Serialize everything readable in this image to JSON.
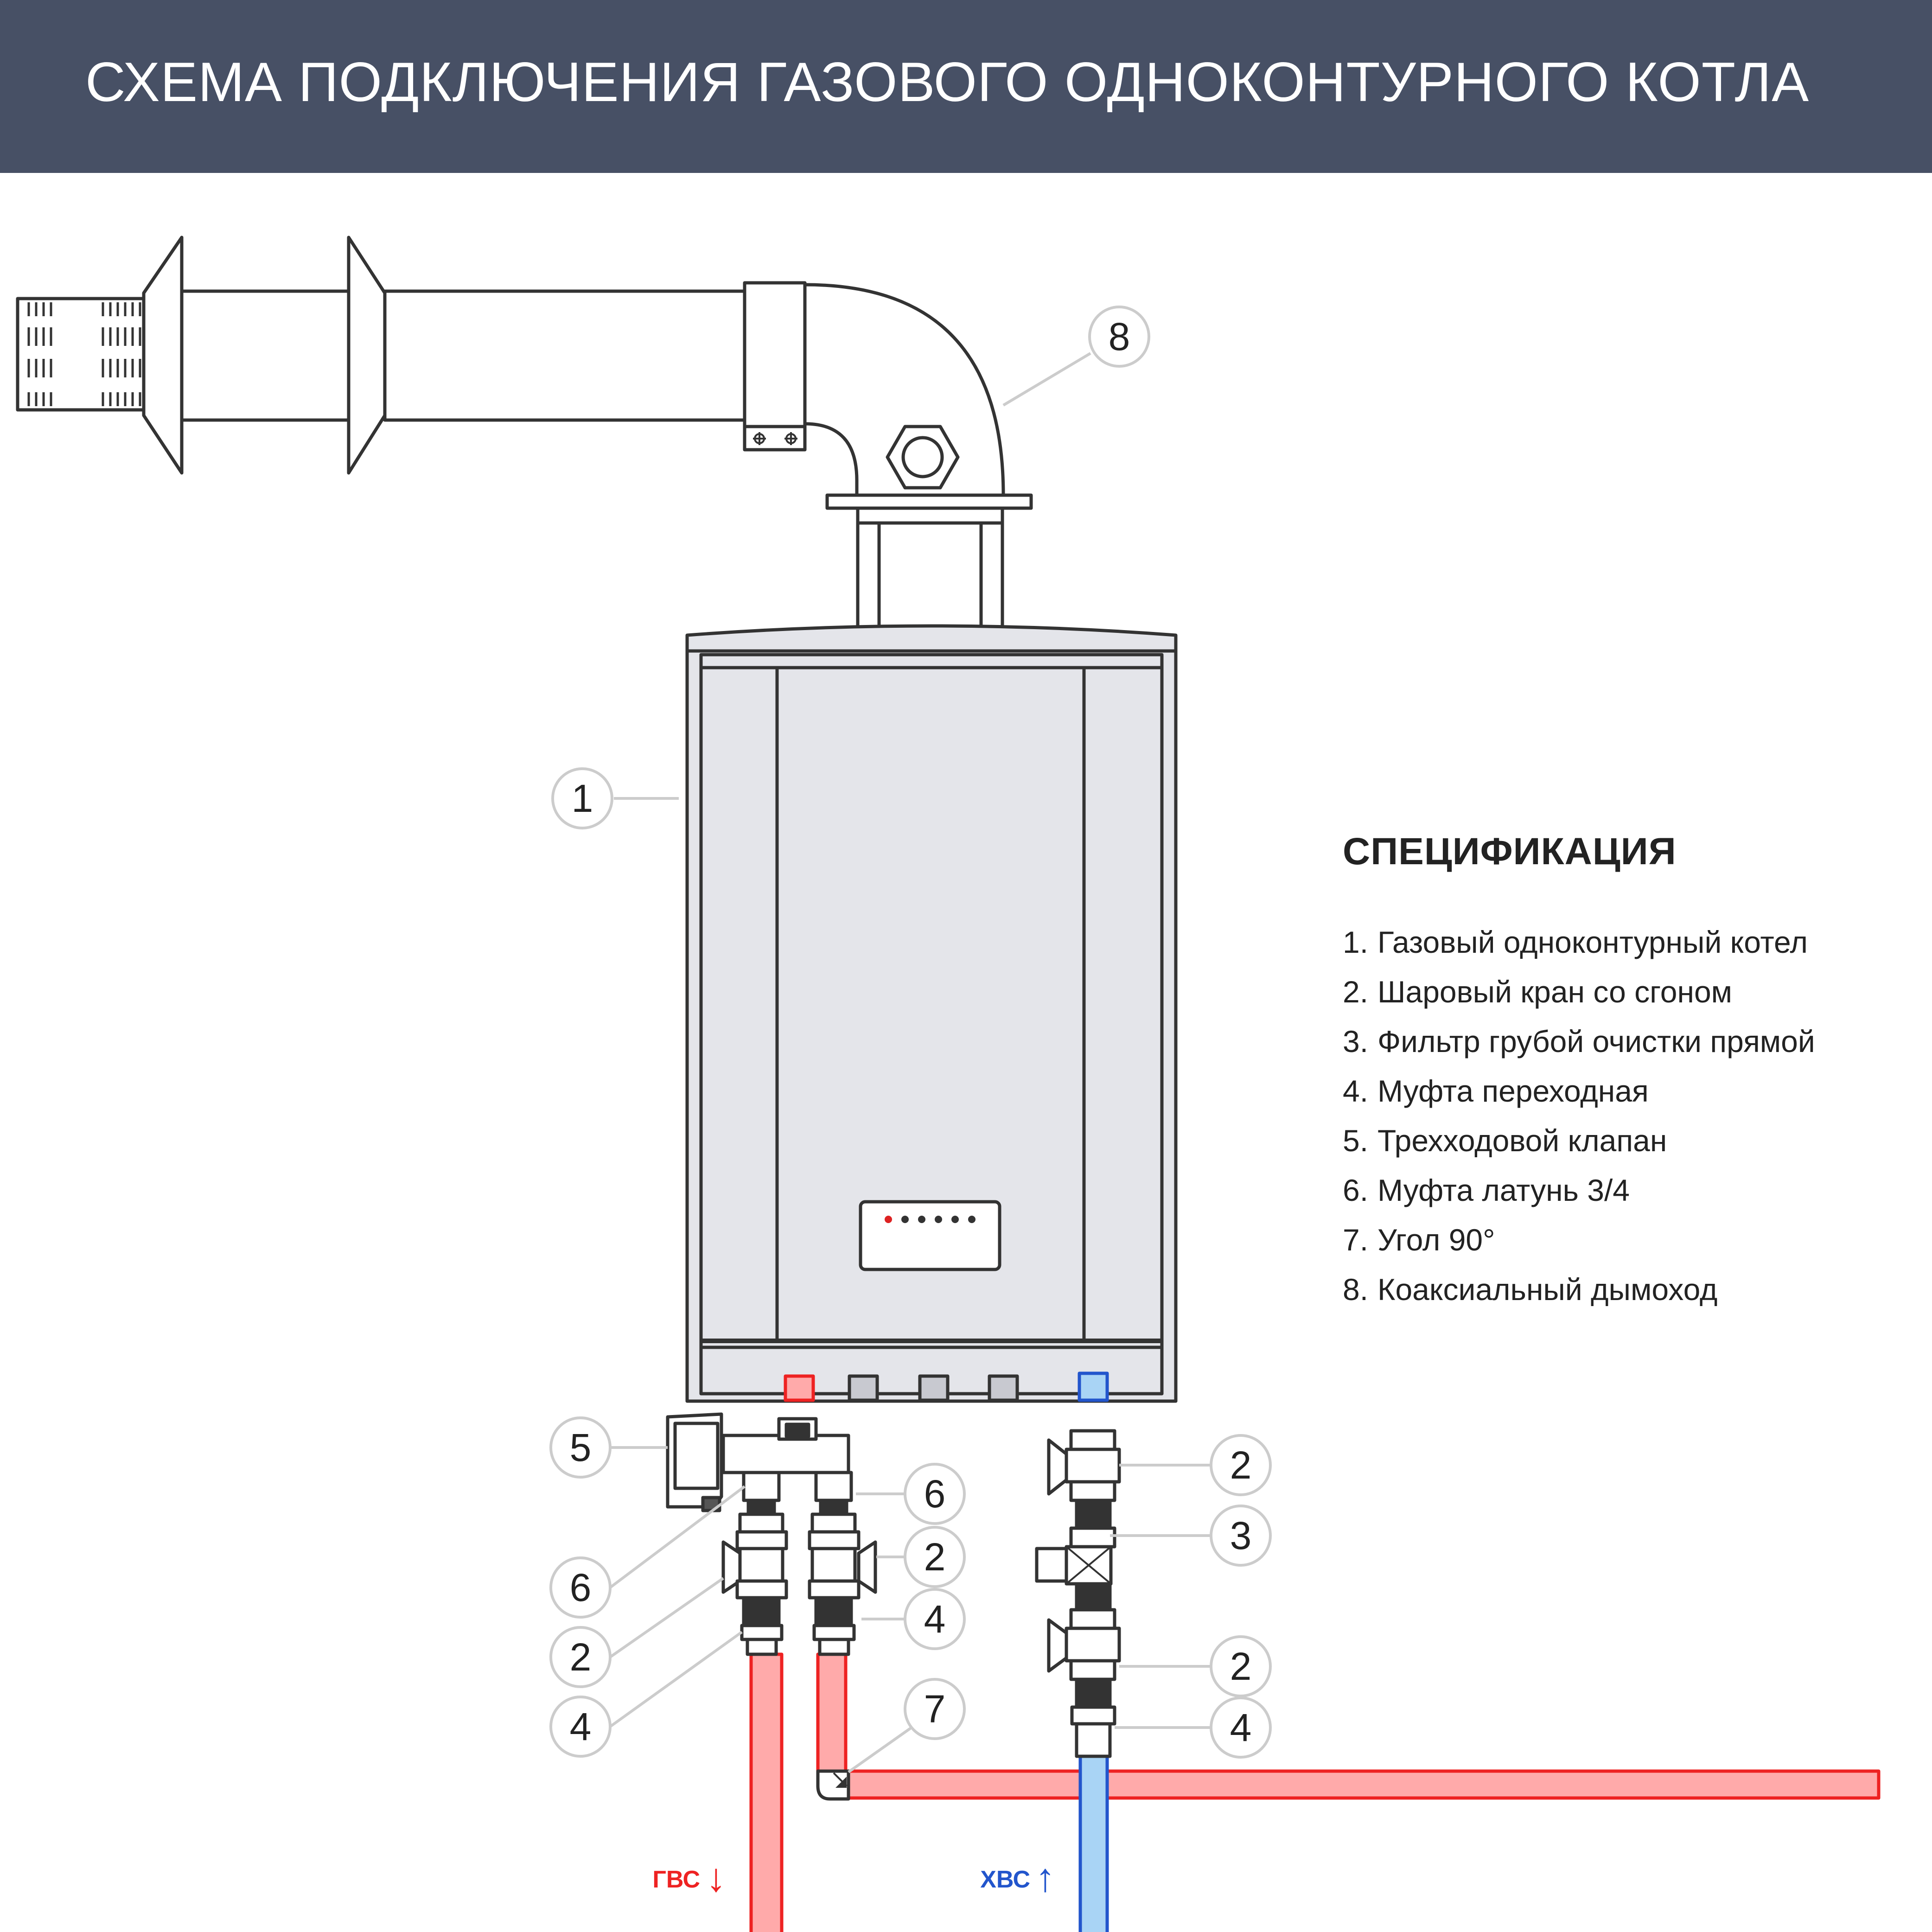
{
  "title": "СХЕМА ПОДКЛЮЧЕНИЯ ГАЗОВОГО ОДНОКОНТУРНОГО КОТЛА",
  "spec": {
    "heading": "СПЕЦИФИКАЦИЯ",
    "items": [
      {
        "num": "1.",
        "text": "Газовый одноконтурный котел"
      },
      {
        "num": "2.",
        "text": "Шаровый кран со сгоном"
      },
      {
        "num": "3.",
        "text": "Фильтр грубой очистки прямой"
      },
      {
        "num": "4.",
        "text": "Муфта переходная"
      },
      {
        "num": "5.",
        "text": "Трехходовой клапан"
      },
      {
        "num": "6.",
        "text": "Муфта латунь 3/4"
      },
      {
        "num": "7.",
        "text": "Угол 90°"
      },
      {
        "num": "8.",
        "text": "Коаксиальный дымоход"
      }
    ]
  },
  "callouts": {
    "boiler": "1",
    "chimney": "8",
    "valve5": "5",
    "coupling6_right": "6",
    "coupling6_left": "6",
    "ballvalve2_hot": "2",
    "ballvalve2_left": "2",
    "coupling4_hot": "4",
    "coupling4_left": "4",
    "corner7": "7",
    "ballvalve2_cold_top": "2",
    "filter3": "3",
    "ballvalve2_cold_bottom": "2",
    "coupling4_cold": "4"
  },
  "flows": {
    "hot": {
      "label": "ГВС",
      "arrow": "↓"
    },
    "cold": {
      "label": "ХВС",
      "arrow": "↑"
    }
  },
  "colors": {
    "header_bg": "#475065",
    "line": "#333333",
    "callout_ring": "#cccccc",
    "hot_fill": "#ffaaaa",
    "hot_stroke": "#ee2222",
    "cold_fill": "#a9d4f5",
    "cold_stroke": "#2255cc",
    "boiler_fill": "#e4e5ea"
  }
}
